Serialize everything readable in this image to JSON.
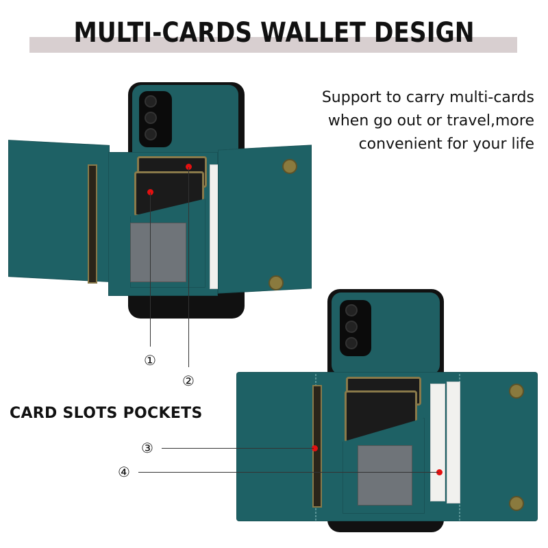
{
  "header": {
    "title": "MULTI-CARDS WALLET DESIGN",
    "band_color": "#d8cfd0"
  },
  "description": {
    "lines": [
      "Support to carry multi-cards",
      "when go out or travel,more",
      "convenient for your life"
    ]
  },
  "section": {
    "title": "CARD SLOTS POCKETS"
  },
  "callouts": [
    {
      "label": "①"
    },
    {
      "label": "②"
    },
    {
      "label": "③"
    },
    {
      "label": "④"
    }
  ],
  "colors": {
    "leather": "#1e6165",
    "marker": "#e41010",
    "text": "#111111"
  },
  "images": [
    {
      "name": "wallet-case-open-top",
      "alt": "teal leather phone wallet case unfolded showing card slots"
    },
    {
      "name": "wallet-case-open-bottom",
      "alt": "teal leather phone wallet case unfolded, front view"
    }
  ]
}
